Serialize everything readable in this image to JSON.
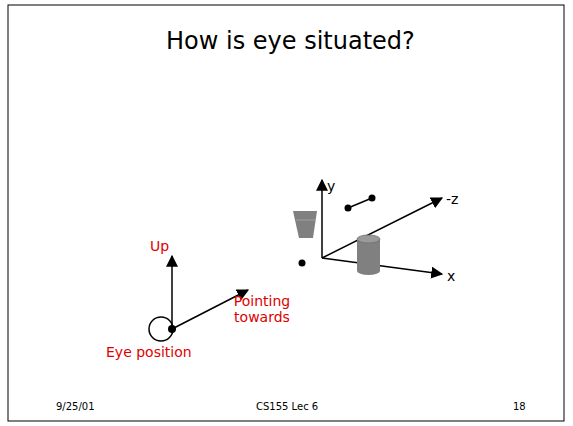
{
  "diagram": {
    "title": "How is eye situated?",
    "labels": [
      "y",
      "-z",
      "x",
      "Up",
      "Pointing towards",
      "Eye position",
      "9/25/01",
      "CS155 Lec 6",
      "18"
    ]
  }
}
